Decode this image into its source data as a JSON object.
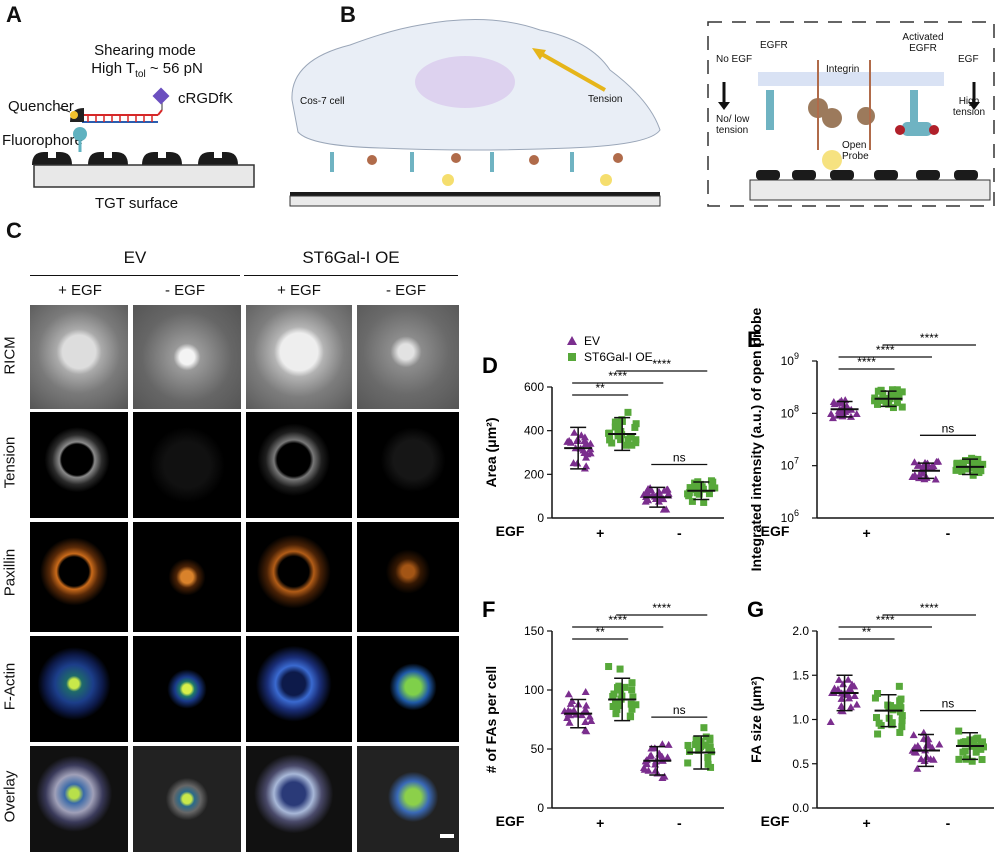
{
  "panelA": {
    "letter": "A",
    "title1": "Shearing mode",
    "title2_pre": "High T",
    "title2_sub": "tol",
    "title2_post": " ~ 56 pN",
    "quencher": "Quencher",
    "fluorophore": "Fluorophore",
    "ligand": "cRGDfK",
    "surface": "TGT surface"
  },
  "panelB": {
    "letter": "B",
    "cell": "Cos-7 cell",
    "tension": "Tension",
    "no_egf": "No EGF",
    "no_low_tension": "No/ low tension",
    "egfr": "EGFR",
    "integrin": "Integrin",
    "activated_egfr": "Activated EGFR",
    "egf": "EGF",
    "high_tension": "High tension",
    "open_probe": "Open Probe"
  },
  "panelC": {
    "letter": "C",
    "groups": [
      "EV",
      "ST6Gal-I OE"
    ],
    "columns": [
      "+ EGF",
      "- EGF",
      "+ EGF",
      "- EGF"
    ],
    "rows": [
      "RICM",
      "Tension",
      "Paxillin",
      "F-Actin",
      "Overlay"
    ]
  },
  "colors": {
    "ev": "#7b2e8e",
    "oe": "#57a83a"
  },
  "legend": {
    "ev": "EV",
    "oe": "ST6Gal-I OE"
  },
  "chart_data": [
    {
      "id": "D",
      "type": "scatter",
      "ylabel": "Area (μm²)",
      "xlabel": "EGF",
      "categories": [
        "+",
        "-"
      ],
      "ylim": [
        0,
        600
      ],
      "yticks": [
        "0",
        "200",
        "400",
        "600"
      ],
      "series": [
        {
          "name": "EV",
          "mean": [
            320,
            95
          ],
          "sd": [
            95,
            45
          ]
        },
        {
          "name": "ST6Gal-I OE",
          "mean": [
            385,
            125
          ],
          "sd": [
            75,
            40
          ]
        }
      ],
      "significance": [
        "**",
        "****",
        "****",
        "ns"
      ]
    },
    {
      "id": "E",
      "type": "scatter",
      "log": true,
      "ylabel": "Integrated intensity (a.u.) of open probe",
      "xlabel": "EGF",
      "categories": [
        "+",
        "-"
      ],
      "ylim": [
        1000000,
        1000000000
      ],
      "yticks": [
        "10^6",
        "10^7",
        "10^8",
        "10^9"
      ],
      "series": [
        {
          "name": "EV",
          "mean": [
            120000000,
            8000000
          ]
        },
        {
          "name": "ST6Gal-I OE",
          "mean": [
            190000000,
            9500000
          ]
        }
      ],
      "significance": [
        "****",
        "****",
        "****",
        "ns"
      ]
    },
    {
      "id": "F",
      "type": "scatter",
      "ylabel": "# of FAs per cell",
      "xlabel": "EGF",
      "categories": [
        "+",
        "-"
      ],
      "ylim": [
        0,
        150
      ],
      "yticks": [
        "0",
        "50",
        "100",
        "150"
      ],
      "series": [
        {
          "name": "EV",
          "mean": [
            80,
            40
          ],
          "sd": [
            12,
            12
          ]
        },
        {
          "name": "ST6Gal-I OE",
          "mean": [
            92,
            47
          ],
          "sd": [
            18,
            14
          ]
        }
      ],
      "significance": [
        "**",
        "****",
        "****",
        "ns"
      ]
    },
    {
      "id": "G",
      "type": "scatter",
      "ylabel": "FA size (μm²)",
      "xlabel": "EGF",
      "categories": [
        "+",
        "-"
      ],
      "ylim": [
        0,
        2
      ],
      "yticks": [
        "0.0",
        "0.5",
        "1.0",
        "1.5",
        "2.0"
      ],
      "series": [
        {
          "name": "EV",
          "mean": [
            1.3,
            0.65
          ],
          "sd": [
            0.2,
            0.18
          ]
        },
        {
          "name": "ST6Gal-I OE",
          "mean": [
            1.1,
            0.7
          ],
          "sd": [
            0.18,
            0.15
          ]
        }
      ],
      "significance": [
        "**",
        "****",
        "****",
        "ns"
      ]
    }
  ]
}
